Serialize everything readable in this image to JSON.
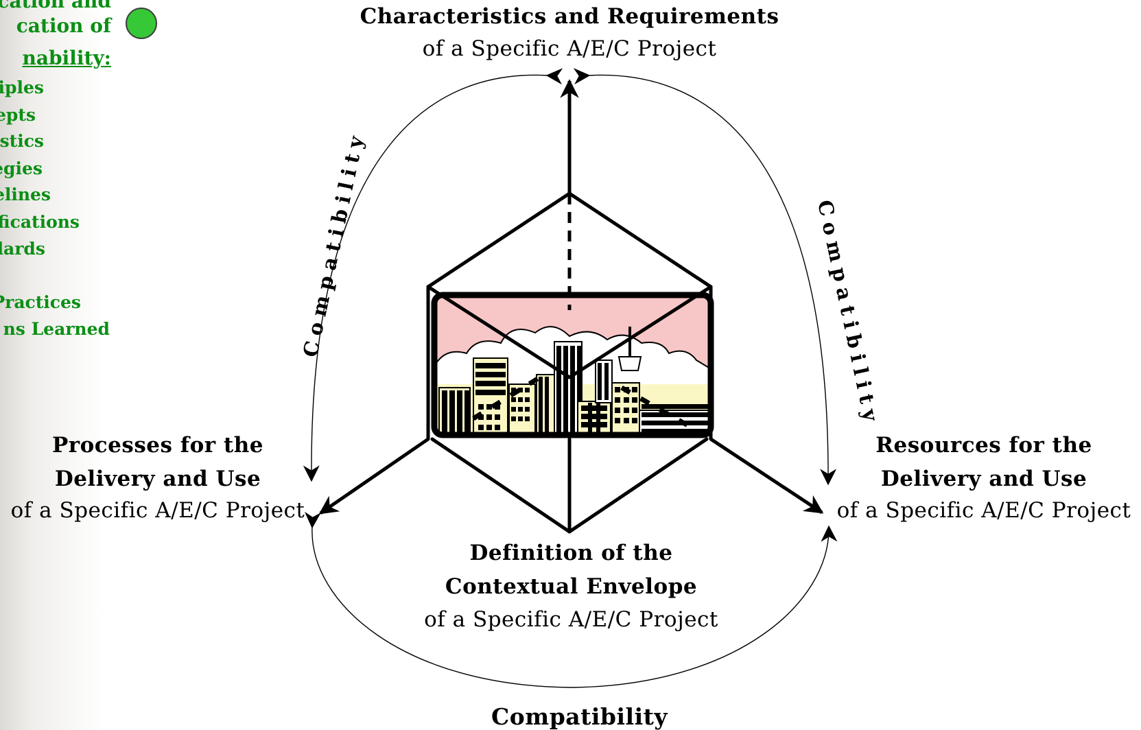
{
  "sidebar": {
    "heading_lines": [
      "ication and",
      "cation of",
      "nability:"
    ],
    "items": [
      "iples",
      "epts",
      "stics",
      "egies",
      "elines",
      "fications",
      "lards",
      "Practices",
      "ns Learned"
    ],
    "status_color": "#37c837"
  },
  "diagram": {
    "top": {
      "bold": "Characteristics and Requirements",
      "normal": "of a Specific A/E/C Project"
    },
    "left": {
      "bold1": "Processes for the",
      "bold2": "Delivery and Use",
      "normal": "of a Specific A/E/C Project"
    },
    "right": {
      "bold1": "Resources for the",
      "bold2": "Delivery and Use",
      "normal": "of a Specific A/E/C Project"
    },
    "center": {
      "bold1": "Definition of the",
      "bold2": "Contextual Envelope",
      "normal": "of a Specific A/E/C Project"
    },
    "compat_left": "Compatibility",
    "compat_right": "Compatibility",
    "compat_bottom": "Compatibility",
    "image_name": "city-skyline-clipart",
    "colors": {
      "sky": "#f7c6c6",
      "ground": "#fbf7c4",
      "ink": "#000000",
      "accent_text": "#0b8f14"
    }
  }
}
